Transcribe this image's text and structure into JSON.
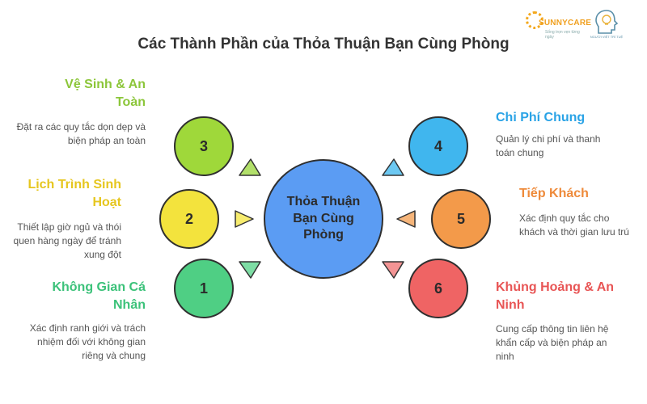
{
  "title": "Các Thành Phần của Thỏa Thuận Bạn Cùng Phòng",
  "logos": {
    "sunnycare": "SUNNYCARE",
    "sunnycare_tagline": "Sống trọn vẹn từng ngày",
    "tv_text": "NGƯỜI VIỆT TRÍ TUỆ"
  },
  "center": {
    "label": "Thỏa Thuận Bạn Cùng Phòng"
  },
  "items": [
    {
      "number": "1",
      "heading": "Không Gian Cá Nhân",
      "description": "Xác định ranh giới và trách nhiệm đối với không gian riêng và chung",
      "color": "#4fcf84"
    },
    {
      "number": "2",
      "heading": "Lịch Trình Sinh Hoạt",
      "description": "Thiết lập giờ ngủ và thói quen hàng ngày để tránh xung đột",
      "color": "#f3e33d"
    },
    {
      "number": "3",
      "heading": "Vệ Sinh & An Toàn",
      "description": "Đặt ra các quy tắc dọn dẹp và biện pháp an toàn",
      "color": "#9fd83a"
    },
    {
      "number": "4",
      "heading": "Chi Phí Chung",
      "description": "Quản lý chi phí và thanh toán chung",
      "color": "#40b6ee"
    },
    {
      "number": "5",
      "heading": "Tiếp Khách",
      "description": "Xác định quy tắc cho khách và thời gian lưu trú",
      "color": "#f39a4a"
    },
    {
      "number": "6",
      "heading": "Khủng Hoảng & An Ninh",
      "description": "Cung cấp thông tin liên hệ khẩn cấp và biện pháp an ninh",
      "color": "#ef6464"
    }
  ]
}
